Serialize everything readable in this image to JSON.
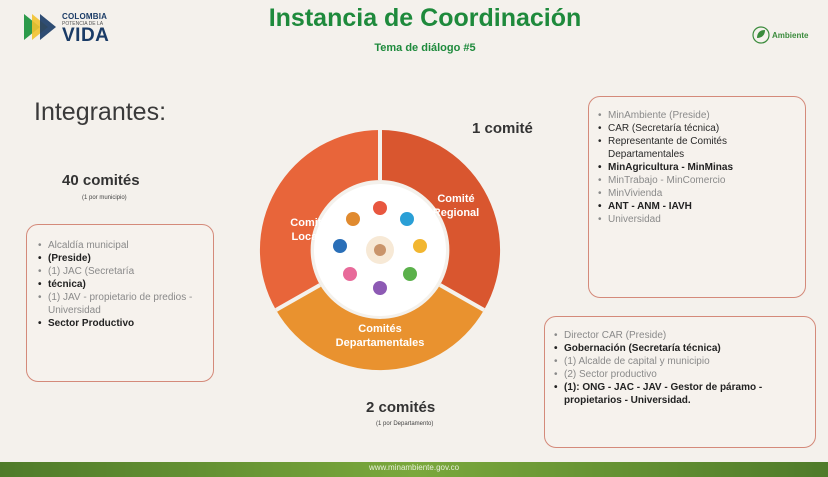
{
  "header": {
    "logo": {
      "line1": "COLOMBIA",
      "line2": "POTENCIA DE LA",
      "line3": "VIDA"
    },
    "title": "Instancia de Coordinación",
    "subtitle": "Tema de diálogo #5",
    "ministry": "Ambiente"
  },
  "integrantes_title": "Integrantes:",
  "locales": {
    "count": "40 comités",
    "note": "(1 por municipio)",
    "items": [
      {
        "text": "Alcaldía municipal",
        "style": "faint"
      },
      {
        "text": "(Preside)",
        "style": "bold"
      },
      {
        "text": "(1) JAC (Secretaría",
        "style": "faint"
      },
      {
        "text": "técnica)",
        "style": "bold"
      },
      {
        "text": "(1) JAV - propietario de predios - Universidad",
        "style": "faint"
      },
      {
        "text": "Sector Productivo",
        "style": "bold"
      }
    ]
  },
  "regional": {
    "count": "1 comité",
    "items": [
      {
        "text": "MinAmbiente (Preside)",
        "style": "faint"
      },
      {
        "text": "CAR (Secretaría técnica)",
        "style": "normal"
      },
      {
        "text": "Representante de Comités Departamentales",
        "style": "normal"
      },
      {
        "text": "MinAgricultura - MinMinas",
        "style": "bold"
      },
      {
        "text": "MinTrabajo - MinComercio",
        "style": "faint"
      },
      {
        "text": "MinVivienda",
        "style": "faint"
      },
      {
        "text": "ANT - ANM - IAVH",
        "style": "bold"
      },
      {
        "text": "Universidad",
        "style": "faint"
      }
    ]
  },
  "departamentales": {
    "count": "2 comités",
    "note": "(1 por Departamento)",
    "items": [
      {
        "text": "Director CAR (Preside)",
        "style": "faint"
      },
      {
        "text": "Gobernación (Secretaría técnica)",
        "style": "bold"
      },
      {
        "text": "(1) Alcalde de capital y municipio",
        "style": "faint"
      },
      {
        "text": "(2) Sector productivo",
        "style": "faint"
      },
      {
        "text": "(1): ONG - JAC - JAV - Gestor de páramo - propietarios - Universidad.",
        "style": "bold"
      }
    ]
  },
  "cycle": {
    "locales": [
      "Comités",
      "Locales"
    ],
    "regional": [
      "Comité",
      "Regional"
    ],
    "departamentales": [
      "Comités",
      "Departamentales"
    ]
  },
  "colors": {
    "locales": "#e8653a",
    "regional": "#d9562f",
    "departamentales": "#e9922f",
    "title": "#1e8a3c"
  },
  "footer": {
    "url": "www.minambiente.gov.co"
  }
}
